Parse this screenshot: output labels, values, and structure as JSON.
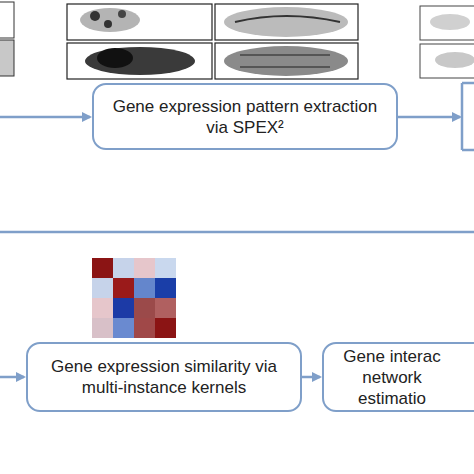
{
  "diagram": {
    "nodes": [
      {
        "text": [
          "Gene expression pattern extraction via SPEX²"
        ]
      },
      {
        "text": [
          "Gene expression similarity via multi-instance kernels"
        ]
      },
      {
        "text": [
          "Gene interac network estimatio"
        ]
      }
    ],
    "edges": [
      {
        "from": 1,
        "to": 2,
        "arrow": "to"
      }
    ]
  }
}
